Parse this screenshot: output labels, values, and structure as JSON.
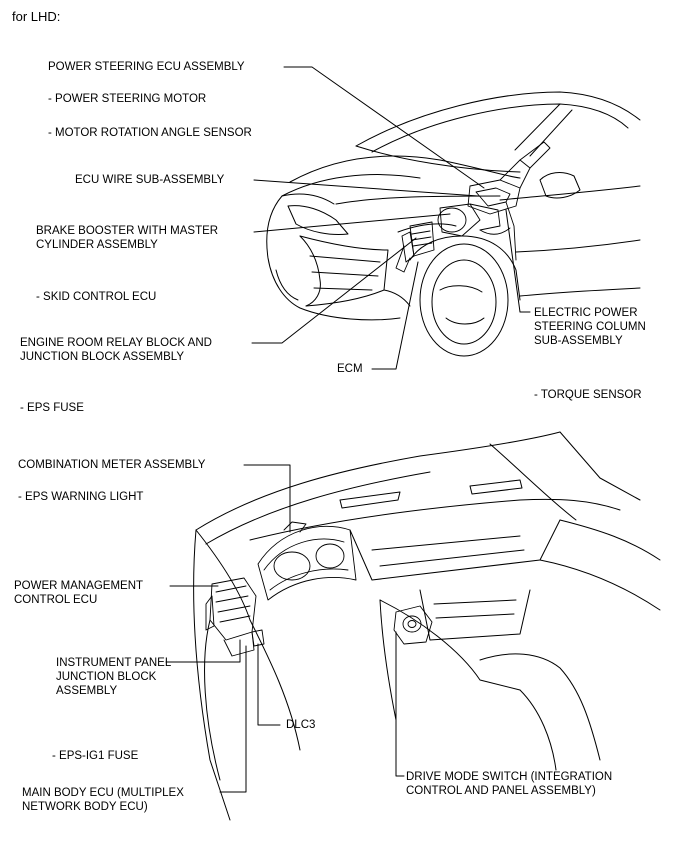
{
  "header": {
    "title": "for LHD:"
  },
  "engine_view": {
    "labels": {
      "ps_ecu_assembly": "POWER STEERING ECU ASSEMBLY",
      "ps_motor": "- POWER STEERING MOTOR",
      "motor_angle_sensor": "- MOTOR ROTATION ANGLE SENSOR",
      "ecu_wire": "ECU WIRE SUB-ASSEMBLY",
      "brake_booster": "BRAKE BOOSTER WITH MASTER\nCYLINDER ASSEMBLY",
      "skid_control": "- SKID CONTROL ECU",
      "relay_block": "ENGINE ROOM RELAY BLOCK AND\nJUNCTION BLOCK ASSEMBLY",
      "ecm": "ECM",
      "eps_fuse": "- EPS FUSE",
      "eps_column": "ELECTRIC POWER\nSTEERING COLUMN\nSUB-ASSEMBLY",
      "torque_sensor": "- TORQUE SENSOR"
    }
  },
  "cabin_view": {
    "labels": {
      "combination_meter": "COMBINATION METER ASSEMBLY",
      "eps_warning_light": "- EPS WARNING LIGHT",
      "power_mgmt_ecu": "POWER MANAGEMENT\nCONTROL ECU",
      "ip_junction_block": "INSTRUMENT PANEL\nJUNCTION BLOCK\nASSEMBLY",
      "dlc3": "DLC3",
      "eps_ig1_fuse": "- EPS-IG1 FUSE",
      "main_body_ecu": "MAIN BODY ECU (MULTIPLEX\nNETWORK BODY ECU)",
      "drive_mode_switch": "DRIVE MODE SWITCH (INTEGRATION\nCONTROL AND PANEL ASSEMBLY)"
    }
  }
}
